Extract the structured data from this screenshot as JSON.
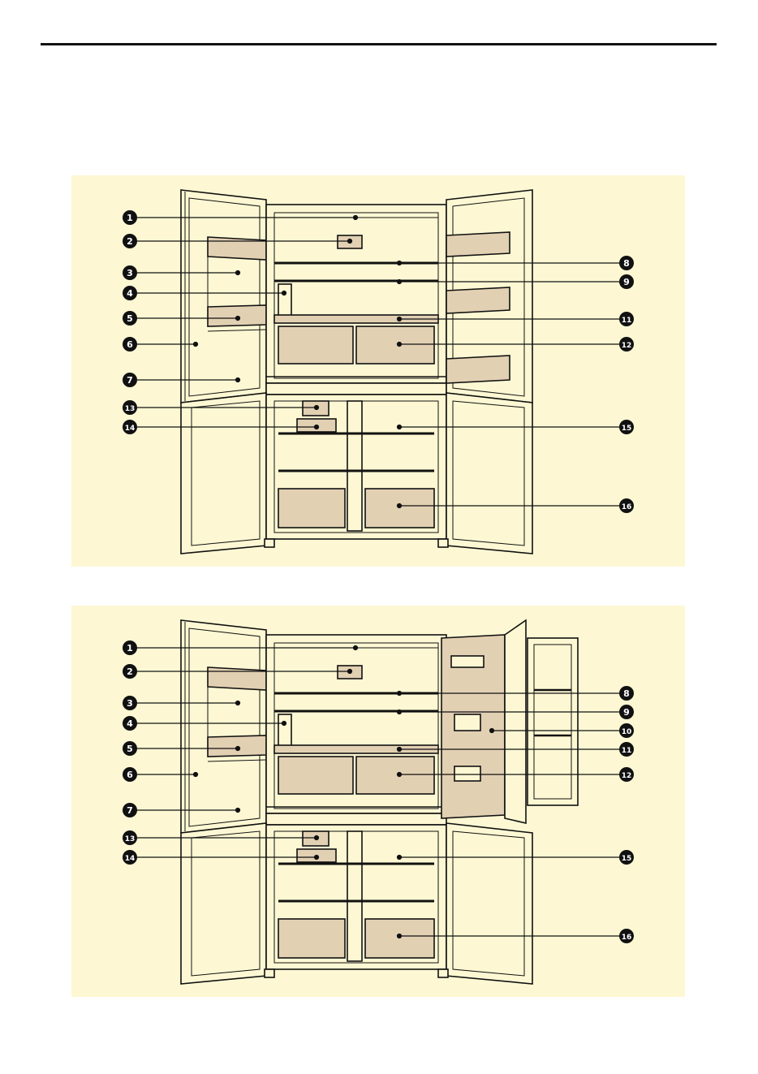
{
  "diagrams": [
    {
      "id": "standard",
      "callouts": [
        {
          "n": "1"
        },
        {
          "n": "2"
        },
        {
          "n": "3"
        },
        {
          "n": "4"
        },
        {
          "n": "5"
        },
        {
          "n": "6"
        },
        {
          "n": "7"
        },
        {
          "n": "8"
        },
        {
          "n": "9"
        },
        {
          "n": "11"
        },
        {
          "n": "12"
        },
        {
          "n": "13"
        },
        {
          "n": "14"
        },
        {
          "n": "15"
        },
        {
          "n": "16"
        }
      ]
    },
    {
      "id": "door-in-door",
      "callouts": [
        {
          "n": "1"
        },
        {
          "n": "2"
        },
        {
          "n": "3"
        },
        {
          "n": "4"
        },
        {
          "n": "5"
        },
        {
          "n": "6"
        },
        {
          "n": "7"
        },
        {
          "n": "8"
        },
        {
          "n": "9"
        },
        {
          "n": "10"
        },
        {
          "n": "11"
        },
        {
          "n": "12"
        },
        {
          "n": "13"
        },
        {
          "n": "14"
        },
        {
          "n": "15"
        },
        {
          "n": "16"
        }
      ]
    }
  ],
  "colors": {
    "panel_bg": "#fdf8d3",
    "cabinet_fill": "#fdf8d3",
    "part_fill": "#e2d0b3",
    "outline": "#111111",
    "callout_fill": "#111111"
  }
}
